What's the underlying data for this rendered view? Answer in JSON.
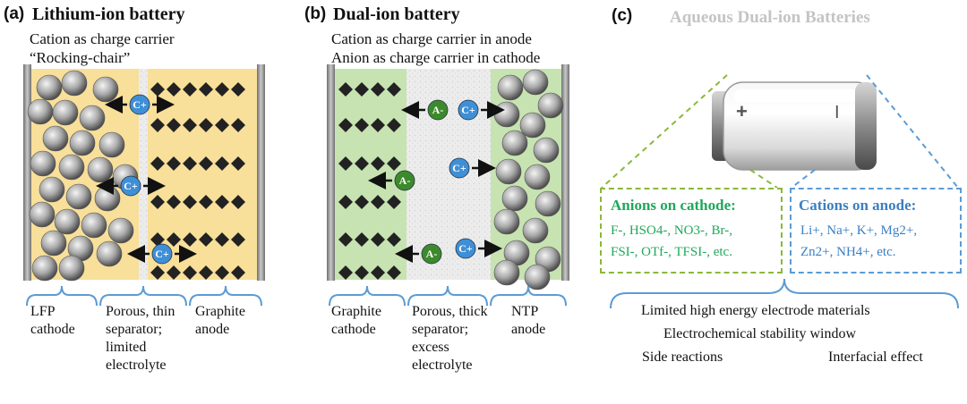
{
  "panel_a": {
    "label": "(a)",
    "title": "Lithium-ion battery",
    "subtitle_lines": [
      "Cation as charge carrier",
      "“Rocking-chair”"
    ],
    "ion": "C+",
    "components": [
      "LFP cathode",
      "Porous, thin separator; limited electrolyte",
      "Graphite anode"
    ]
  },
  "panel_b": {
    "label": "(b)",
    "title": "Dual-ion battery",
    "subtitle_lines": [
      "Cation as charge carrier in anode",
      "Anion as charge carrier in cathode"
    ],
    "cation": "C+",
    "anion": "A-",
    "components": [
      "Graphite cathode",
      "Porous, thick separator; excess electrolyte",
      "NTP anode"
    ]
  },
  "panel_c": {
    "label": "(c)",
    "title": "Aqueous Dual-ion Batteries",
    "plus": "+",
    "minus": "I",
    "anions_title": "Anions on cathode:",
    "anions_line1": "F-, HSO4-, NO3-, Br-,",
    "anions_line2": "FSI-, OTf-, TFSI-, etc.",
    "cations_title": "Cations on anode:",
    "cations_line1": "Li+, Na+, K+, Mg2+,",
    "cations_line2": "Zn2+, NH4+, etc.",
    "challenges": [
      "Limited high energy electrode materials",
      "Electrochemical stability window",
      "Side reactions",
      "Interfacial effect"
    ]
  },
  "colors": {
    "yellow": "#f8df9a",
    "green": "#c7e3b1",
    "blue_bracket": "#5b9bd5",
    "green_dash": "#8ab83b",
    "ion_blue": "#3f8fd6",
    "ion_green": "#3d8a2c"
  }
}
